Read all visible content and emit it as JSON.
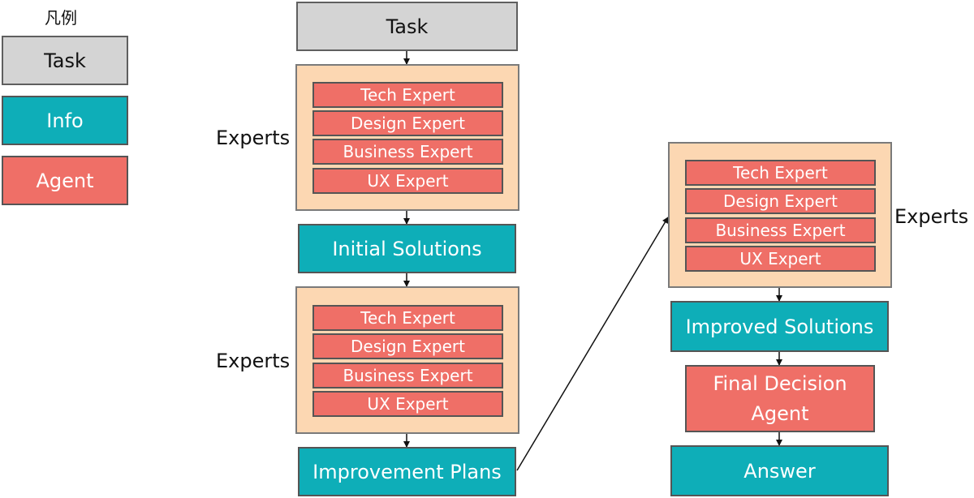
{
  "legend": {
    "title": "凡例",
    "items": [
      "Task",
      "Info",
      "Agent"
    ]
  },
  "flow": {
    "task": "Task",
    "experts_label_1": "Experts",
    "experts_group_1": [
      "Tech Expert",
      "Design Expert",
      "Business Expert",
      "UX Expert"
    ],
    "initial_solutions": "Initial Solutions",
    "experts_label_2": "Experts",
    "experts_group_2": [
      "Tech Expert",
      "Design Expert",
      "Business Expert",
      "UX Expert"
    ],
    "improvement_plans": "Improvement Plans",
    "experts_label_3": "Experts",
    "experts_group_3": [
      "Tech Expert",
      "Design Expert",
      "Business Expert",
      "UX Expert"
    ],
    "improved_solutions": "Improved Solutions",
    "final_decision_agent_line1": "Final Decision",
    "final_decision_agent_line2": "Agent",
    "answer": "Answer"
  },
  "colors": {
    "task": "#d4d4d4",
    "info": "#0eaeb8",
    "agent": "#ef6f67",
    "group": "#fcd7b2"
  }
}
